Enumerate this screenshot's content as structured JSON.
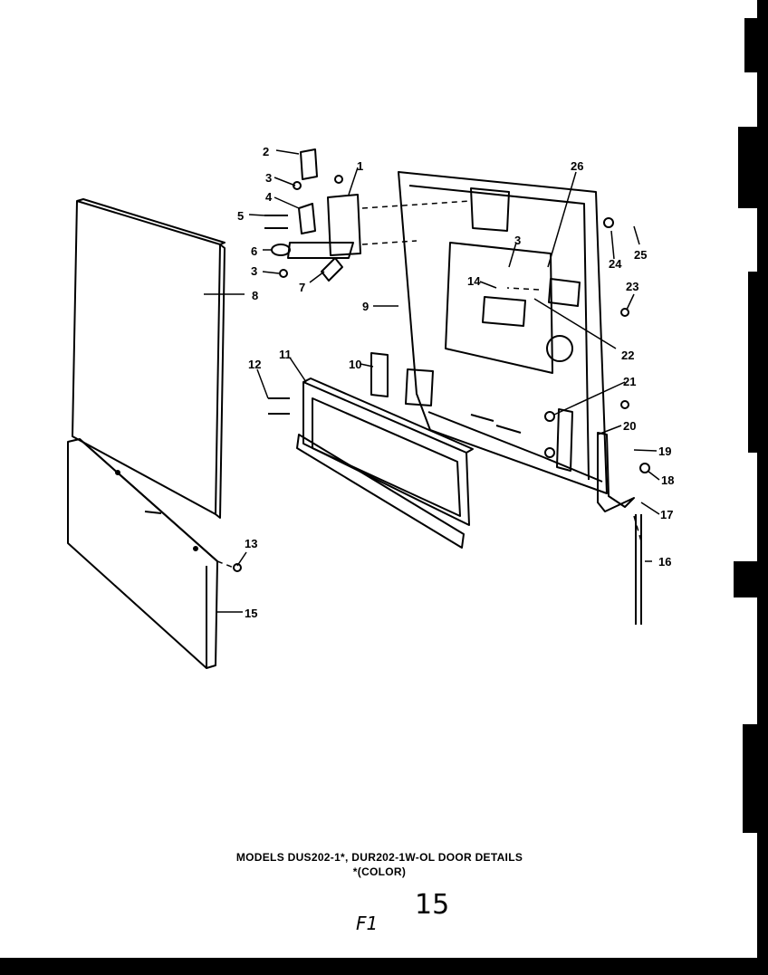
{
  "caption": {
    "title": "MODELS DUS202-1*, DUR202-1W-OL DOOR DETAILS",
    "subtitle": "*(COLOR)"
  },
  "handwriting": {
    "left": "F1",
    "right": "15"
  },
  "callouts": {
    "p1": "1",
    "p2": "2",
    "p3a": "3",
    "p3b": "3",
    "p3c": "3",
    "p4": "4",
    "p5": "5",
    "p6": "6",
    "p7": "7",
    "p8": "8",
    "p9": "9",
    "p10": "10",
    "p11": "11",
    "p12": "12",
    "p13": "13",
    "p14": "14",
    "p15": "15",
    "p16": "16",
    "p17": "17",
    "p18": "18",
    "p19": "19",
    "p20": "20",
    "p21": "21",
    "p22": "22",
    "p23": "23",
    "p24": "24",
    "p25": "25",
    "p26": "26"
  },
  "colors": {
    "ink": "#000000",
    "paper": "#ffffff"
  }
}
